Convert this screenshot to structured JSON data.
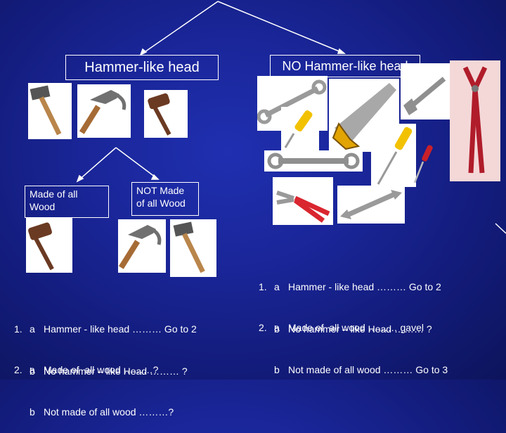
{
  "boxes": {
    "hammer_like": "Hammer-like head",
    "no_hammer_like": "NO Hammer-like head",
    "made_of_wood": "Made of all Wood",
    "not_made_of_wood": "NOT Made of all Wood"
  },
  "key_right": {
    "line1": {
      "num": "1.",
      "letter": "a",
      "text": "Hammer - like head ……… Go to 2"
    },
    "line2": {
      "letter": "b",
      "text": "No hammer – like Head ……… ?"
    },
    "line3": {
      "num": "2.",
      "letter": "a",
      "text": "Made of  all wood ……… gavel"
    },
    "line4": {
      "letter": "b",
      "text": "Not made of all wood ……… Go to 3"
    }
  },
  "key_left": {
    "line1": {
      "num": "1.",
      "letter": "a",
      "text": "Hammer - like head ……… Go to 2"
    },
    "line2": {
      "letter": "b",
      "text": "No hammer – like Head ……… ?"
    },
    "line3": {
      "num": "2.",
      "letter": "a",
      "text": "Made of  all wood ………?"
    },
    "line4": {
      "letter": "b",
      "text": "Not made of all wood ………?"
    }
  },
  "colors": {
    "background": "#1a2699",
    "text": "#ffffff",
    "wood": "#b9854a",
    "dark_wood": "#6b3a22",
    "metal": "#9a9a9a",
    "yellow_handle": "#f2c200",
    "red_handle": "#c8202a"
  },
  "icons": [
    "sledge-hammer-icon",
    "claw-hammer-icon",
    "gavel-icon",
    "wrench-icon",
    "hand-saw-icon",
    "adjustable-wrench-icon",
    "pliers-icon",
    "screwdriver-icon"
  ]
}
